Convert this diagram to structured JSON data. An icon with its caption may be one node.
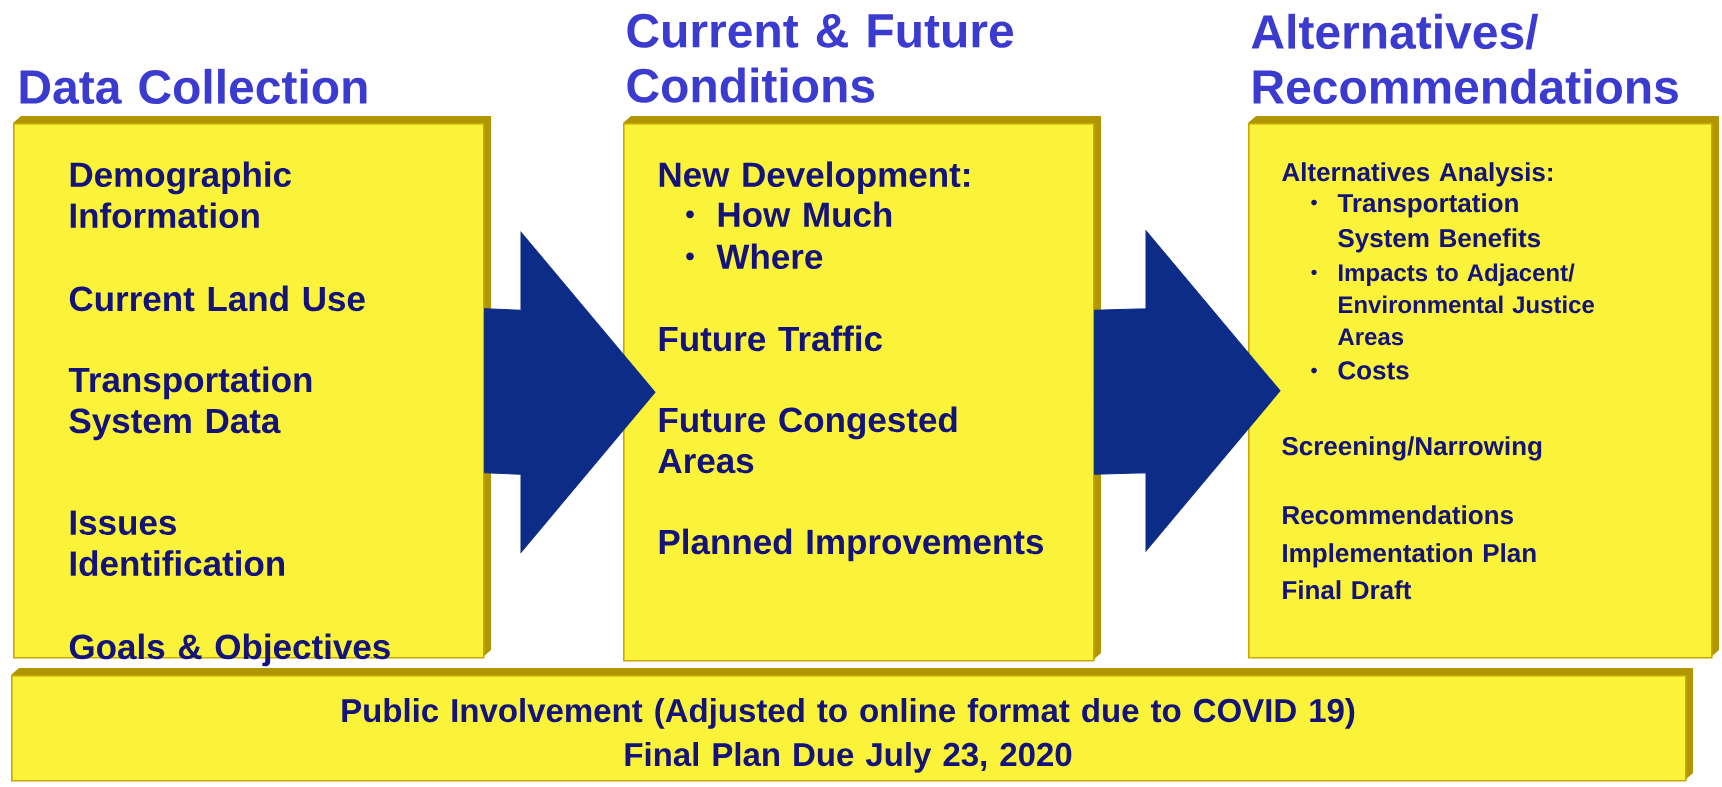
{
  "diagram": {
    "nodes": [
      {
        "text": [
          "Data Collection",
          "Demographic Information",
          "Current Land Use",
          "Transportation System Data",
          "Issues Identification",
          "Goals & Objectives"
        ]
      },
      {
        "text": [
          "Current & Future Conditions",
          "New Development:",
          "How Much",
          "Where",
          "Future Traffic",
          "Future Congested Areas",
          "Planned Improvements"
        ]
      },
      {
        "text": [
          "Alternatives/ Recommendations",
          "Alternatives Analysis:",
          "Transportation System Benefits",
          "Impacts to Adjacent/ Environmental Justice Areas",
          "Costs",
          "Screening/Narrowing",
          "Recommendations",
          "Implementation Plan",
          "Final Draft"
        ]
      },
      {
        "text": [
          "Public Involvement (Adjusted to online format due to COVID 19)",
          "Final Plan Due July 23, 2020"
        ]
      }
    ],
    "edges": [
      {
        "from": 0,
        "to": 1,
        "arrow": "to"
      },
      {
        "from": 1,
        "to": 2,
        "arrow": "to"
      }
    ]
  }
}
